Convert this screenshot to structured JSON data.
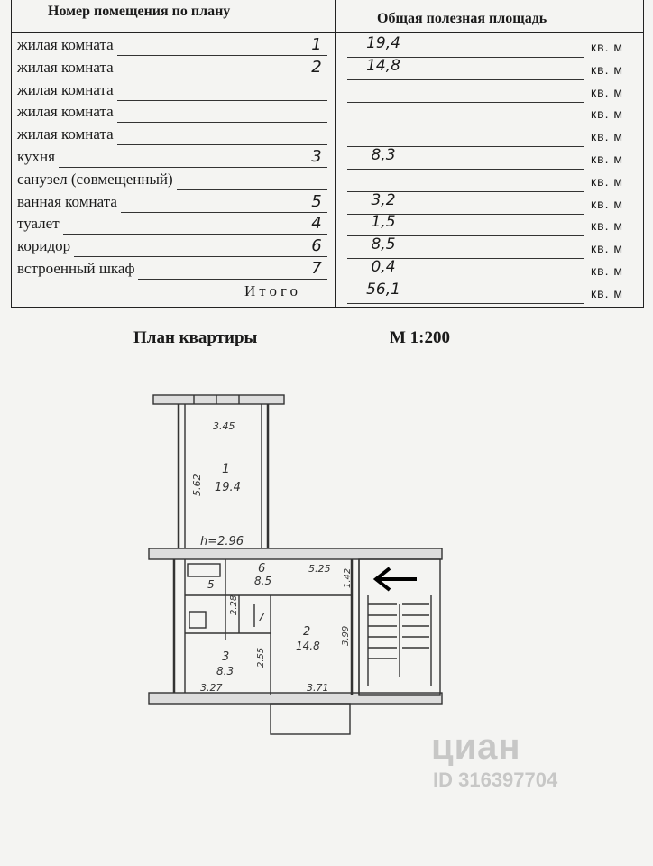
{
  "table": {
    "header_left": "Номер помещения по плану",
    "header_right": "Общая полезная площадь",
    "rows": [
      {
        "label": "жилая комната",
        "num": "1",
        "area": "19,4",
        "unit": "кв. м"
      },
      {
        "label": "жилая комната",
        "num": "2",
        "area": "14,8",
        "unit": "кв. м"
      },
      {
        "label": "жилая комната",
        "num": "",
        "area": "",
        "unit": "кв. м"
      },
      {
        "label": "жилая комната",
        "num": "",
        "area": "",
        "unit": "кв. м"
      },
      {
        "label": "жилая комната",
        "num": "",
        "area": "",
        "unit": "кв. м"
      },
      {
        "label": "кухня",
        "num": "3",
        "area": "8,3",
        "unit": "кв. м"
      },
      {
        "label": "санузел (совмещенный)",
        "num": "",
        "area": "",
        "unit": "кв. м"
      },
      {
        "label": "ванная комната",
        "num": "5",
        "area": "3,2",
        "unit": "кв. м"
      },
      {
        "label": "туалет",
        "num": "4",
        "area": "1,5",
        "unit": "кв. м"
      },
      {
        "label": "коридор",
        "num": "6",
        "area": "8,5",
        "unit": "кв. м"
      },
      {
        "label": "встроенный шкаф",
        "num": "7",
        "area": "0,4",
        "unit": "кв. м"
      },
      {
        "label": "Итого",
        "num": "",
        "area": "56,1",
        "unit": "кв. м"
      }
    ]
  },
  "plan": {
    "title": "План квартиры",
    "scale": "М 1:200",
    "labels": {
      "r1_width": "3.45",
      "r1_len": "5.62",
      "r1_num": "1",
      "r1_area": "19.4",
      "h": "h=2.96",
      "corr_num": "6",
      "corr_area": "8.5",
      "corr_len": "5.25",
      "corr_w": "1.42",
      "bath_num": "5",
      "wc_len": "2.28",
      "closet": "7",
      "r2_num": "2",
      "r2_area": "14.8",
      "r2_h": "3.99",
      "kit_num": "3",
      "kit_area": "8.3",
      "kit_h": "2.55",
      "kit_w": "3.27",
      "r2_w": "3.71"
    }
  },
  "watermark": {
    "brand": "циан",
    "id": "ID 316397704"
  }
}
